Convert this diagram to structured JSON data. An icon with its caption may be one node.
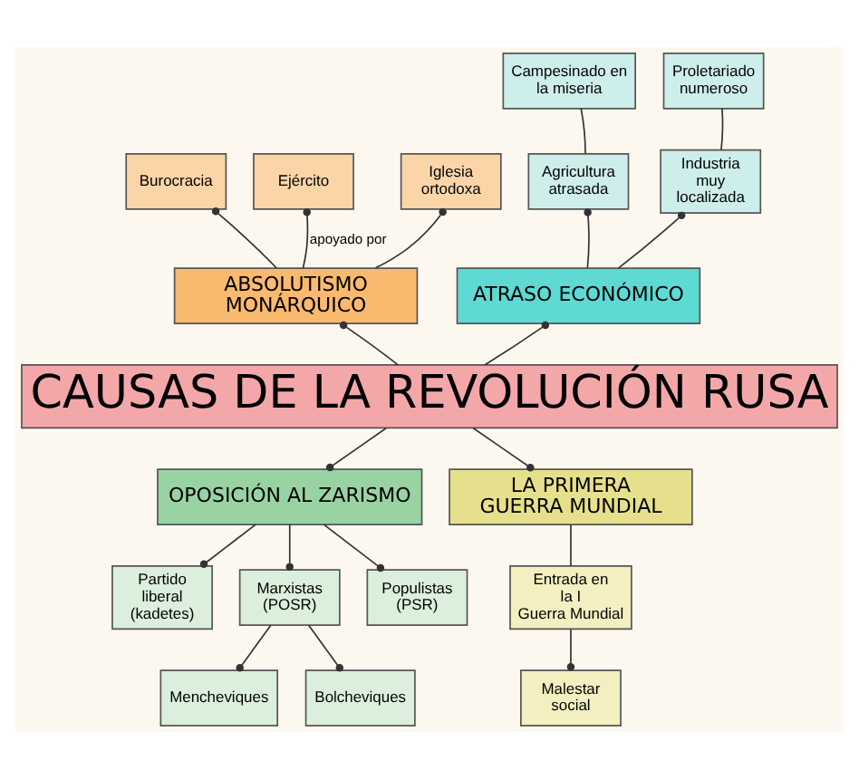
{
  "diagram": {
    "nodes": [
      {
        "text": [
          "CAUSAS DE LA REVOLUCIÓN RUSA"
        ]
      },
      {
        "text": [
          "ABSOLUTISMO MONÁRQUICO"
        ]
      },
      {
        "text": [
          "Burocracia"
        ]
      },
      {
        "text": [
          "Ejército"
        ]
      },
      {
        "text": [
          "Iglesia ortodoxa"
        ]
      },
      {
        "text": [
          "ATRASO ECONÓMICO"
        ]
      },
      {
        "text": [
          "Campesinado en la miseria"
        ]
      },
      {
        "text": [
          "Agricultura atrasada"
        ]
      },
      {
        "text": [
          "Proletariado numeroso"
        ]
      },
      {
        "text": [
          "Industria muy localizada"
        ]
      },
      {
        "text": [
          "OPOSICIÓN AL ZARISMO"
        ]
      },
      {
        "text": [
          "Partido liberal (kadetes)"
        ]
      },
      {
        "text": [
          "Marxistas (POSR)"
        ]
      },
      {
        "text": [
          "Populistas (PSR)"
        ]
      },
      {
        "text": [
          "Mencheviques"
        ]
      },
      {
        "text": [
          "Bolcheviques"
        ]
      },
      {
        "text": [
          "LA PRIMERA GUERRA MUNDIAL"
        ]
      },
      {
        "text": [
          "Entrada en la I Guerra Mundial"
        ]
      },
      {
        "text": [
          "Malestar social"
        ]
      }
    ],
    "edges": [
      {
        "from": 0,
        "to": 1,
        "arrow": "other"
      },
      {
        "from": 0,
        "to": 5,
        "arrow": "other"
      },
      {
        "from": 0,
        "to": 10,
        "arrow": "other"
      },
      {
        "from": 0,
        "to": 16,
        "arrow": "other"
      },
      {
        "from": 1,
        "to": 2,
        "arrow": "other"
      },
      {
        "from": 1,
        "to": 3,
        "arrow": "other",
        "label": "apoyado por"
      },
      {
        "from": 1,
        "to": 4,
        "arrow": "other"
      },
      {
        "from": 5,
        "to": 7,
        "arrow": "other"
      },
      {
        "from": 5,
        "to": 9,
        "arrow": "other"
      },
      {
        "from": 7,
        "to": 6,
        "arrow": "none"
      },
      {
        "from": 9,
        "to": 8,
        "arrow": "none"
      },
      {
        "from": 10,
        "to": 11,
        "arrow": "other"
      },
      {
        "from": 10,
        "to": 12,
        "arrow": "other"
      },
      {
        "from": 10,
        "to": 13,
        "arrow": "other"
      },
      {
        "from": 12,
        "to": 14,
        "arrow": "other"
      },
      {
        "from": 12,
        "to": 15,
        "arrow": "other"
      },
      {
        "from": 16,
        "to": 17,
        "arrow": "none"
      },
      {
        "from": 17,
        "to": 18,
        "arrow": "other"
      }
    ]
  }
}
